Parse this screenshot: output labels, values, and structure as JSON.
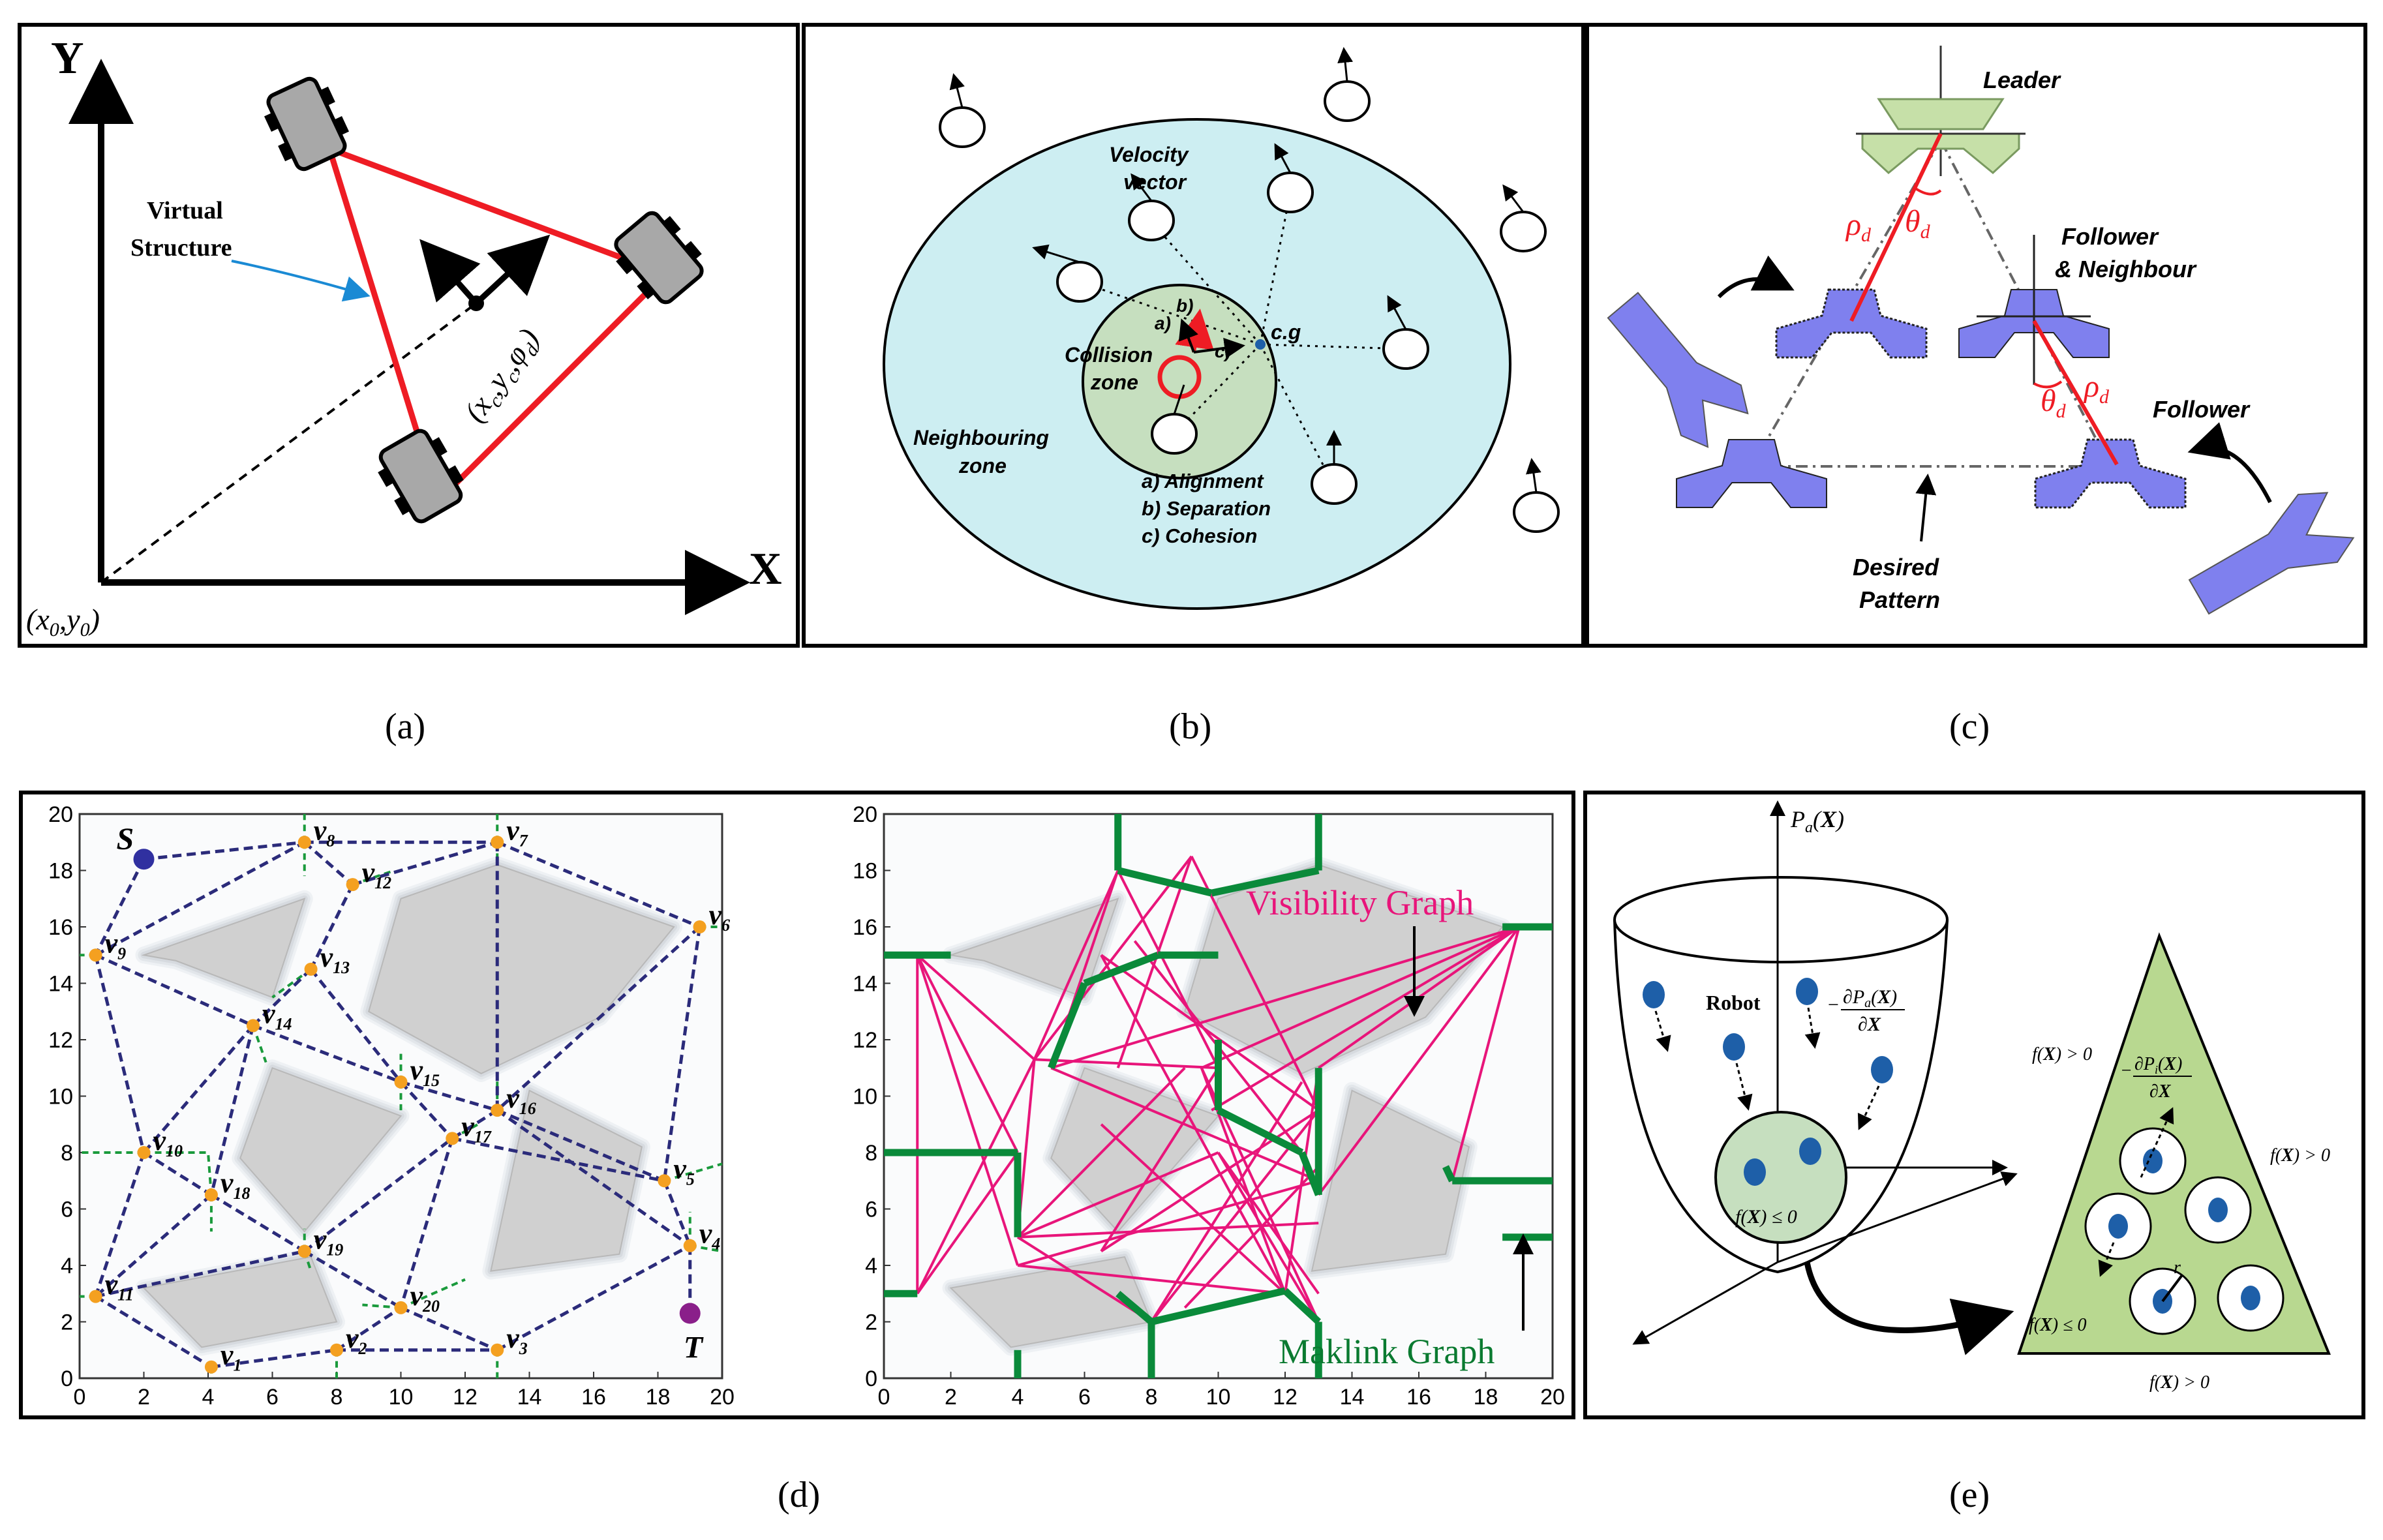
{
  "captions": {
    "a": "(a)",
    "b": "(b)",
    "c": "(c)",
    "d": "(d)",
    "e": "(e)"
  },
  "panel_a": {
    "y_axis": "Y",
    "x_axis": "X",
    "origin": "(x0,y0)",
    "virtual_structure_line1": "Virtual",
    "virtual_structure_line2": "Structure",
    "center_label": "(xc,yc,φd)"
  },
  "panel_b": {
    "velocity_line1": "Velocity",
    "velocity_line2": "vector",
    "collision_line1": "Collision",
    "collision_line2": "zone",
    "neighbouring_line1": "Neighbouring",
    "neighbouring_line2": "zone",
    "cg": "c.g",
    "mark_a": "a)",
    "mark_b": "b)",
    "mark_c": "c)",
    "rule_a": "a) Alignment",
    "rule_b": "b) Separation",
    "rule_c": "c) Cohesion"
  },
  "panel_c": {
    "leader": "Leader",
    "follower_neighbour_line1": "Follower",
    "follower_neighbour_line2": "& Neighbour",
    "follower": "Follower",
    "desired_line1": "Desired",
    "desired_line2": "Pattern",
    "rho": "ρd",
    "theta": "θd"
  },
  "panel_d": {
    "x_ticks": [
      "0",
      "2",
      "4",
      "6",
      "8",
      "10",
      "12",
      "14",
      "16",
      "18",
      "20"
    ],
    "y_ticks": [
      "0",
      "2",
      "4",
      "6",
      "8",
      "10",
      "12",
      "14",
      "16",
      "18",
      "20"
    ],
    "start": "S",
    "target": "T",
    "nodes": [
      "v1",
      "v2",
      "v3",
      "v4",
      "v5",
      "v6",
      "v7",
      "v8",
      "v9",
      "v10",
      "v11",
      "v12",
      "v13",
      "v14",
      "v15",
      "v16",
      "v17",
      "v18",
      "v19",
      "v20"
    ],
    "visibility": "Visibility Graph",
    "maklink": "Maklink Graph"
  },
  "panel_e": {
    "pa": "Pa(X)",
    "robot": "Robot",
    "grad": "−∂Pa(X)/∂X",
    "grad_i": "−∂Pi(X)/∂X",
    "f_le0": "f(X)≤0",
    "f_gt0": "f(X)>0",
    "r": "r"
  },
  "colors": {
    "red": "#ee1c24",
    "navy": "#2b2b7a",
    "green": "#1a9a3c",
    "magenta": "#e8157a",
    "thick_green": "#0a8a3a",
    "cyan": "#cdeef2",
    "light_green": "#c6dfbf",
    "robot_blue": "#1e5fa8",
    "triangle_green": "#b8d890",
    "orange": "#f4a020",
    "purple": "#8a1f8a",
    "obstacle": "#d0d0d0"
  }
}
